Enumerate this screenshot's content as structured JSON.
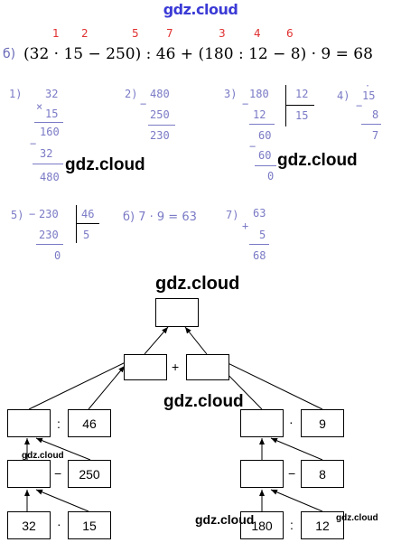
{
  "site_title": "gdz.cloud",
  "order_numbers": [
    "1",
    "2",
    "5",
    "7",
    "3",
    "4",
    "6"
  ],
  "expression": {
    "label": "б)",
    "text": "(32 · 15 − 250) : 46 + (180 : 12 − 8) · 9 = 68"
  },
  "steps": {
    "s1": {
      "label": "1)",
      "sign": "×",
      "a": "32",
      "b": "15",
      "sign2": "−",
      "p1": "160",
      "p2": "32",
      "result": "480"
    },
    "s2": {
      "label": "2)",
      "sign": "−",
      "a": "480",
      "b": "250",
      "result": "230"
    },
    "s3": {
      "label": "3)",
      "sign": "−",
      "dividend": "180",
      "divisor": "12",
      "quotient": "15",
      "sub1": "12",
      "rem1": "60",
      "sign2": "−",
      "sub2": "60",
      "rem2": "0"
    },
    "s4": {
      "label": "4)",
      "sign": "−",
      "a": "15",
      "b": "8",
      "result": "7"
    },
    "s5": {
      "label": "5)",
      "sign": "−",
      "dividend": "230",
      "divisor": "46",
      "quotient": "5",
      "sub1": "230",
      "rem1": "0"
    },
    "s6": {
      "text": "б) 7 · 9 = 63"
    },
    "s7": {
      "label": "7)",
      "sign": "+",
      "a": "63",
      "b": "5",
      "result": "68"
    }
  },
  "watermarks": [
    "gdz.cloud",
    "gdz.cloud",
    "gdz.cloud",
    "gdz.cloud",
    "gdz.cloud",
    "gdz.cloud",
    "gdz.cloud"
  ],
  "tree": {
    "root": "",
    "plus": "+",
    "left_sum_box": "",
    "right_sum_box": "",
    "div_op": ":",
    "div_val": "46",
    "dot_op": "·",
    "mul_val": "9",
    "minus_op_left": "−",
    "sub_val_left": "250",
    "minus_op_right": "−",
    "sub_val_right": "8",
    "left_a": "32",
    "left_op": "·",
    "left_b": "15",
    "right_a": "180",
    "right_op": ":",
    "right_b": "12"
  }
}
